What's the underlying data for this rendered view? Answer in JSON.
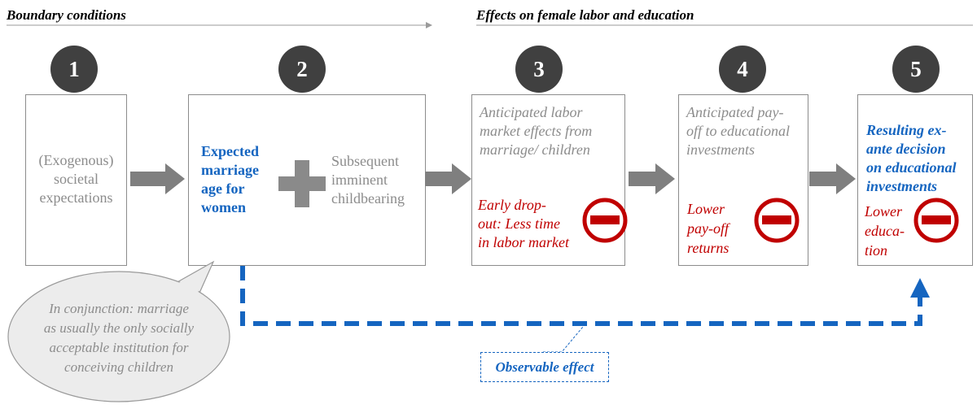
{
  "headers": {
    "left": "Boundary conditions",
    "right": "Effects on female labor and education"
  },
  "steps": [
    {
      "number": "1"
    },
    {
      "number": "2"
    },
    {
      "number": "3"
    },
    {
      "number": "4"
    },
    {
      "number": "5"
    }
  ],
  "box1": {
    "text": [
      "(Exogenous)",
      "societal",
      "expectations"
    ]
  },
  "box2": {
    "main": [
      "Expected",
      "marriage",
      "age for",
      "women"
    ],
    "secondary": [
      "Subsequent",
      "imminent",
      "childbearing"
    ]
  },
  "box3": {
    "top": [
      "Anticipated labor",
      "market effects from",
      "marriage/ children"
    ],
    "effect": [
      "Early drop-",
      "out: Less time",
      "in labor market"
    ]
  },
  "box4": {
    "top": [
      "Anticipated pay-",
      "off to educational",
      "investments"
    ],
    "effect": [
      "Lower",
      "pay-off",
      "returns"
    ]
  },
  "box5": {
    "top": [
      "Resulting ex-",
      "ante decision",
      "on educational",
      "investments"
    ],
    "effect": [
      "Lower",
      "educa-",
      "tion"
    ]
  },
  "bubble": {
    "text": [
      "In conjunction: marriage",
      "as usually the only socially",
      "acceptable institution for",
      "conceiving children"
    ]
  },
  "callout": {
    "text": "Observable effect"
  },
  "colors": {
    "blue": "#1565c0",
    "red": "#c00000",
    "gray": "#8c8c8c",
    "badge": "#404040"
  },
  "icons": [
    "plus-icon",
    "minus-circle-icon",
    "right-arrow-icon",
    "up-arrow-icon"
  ]
}
